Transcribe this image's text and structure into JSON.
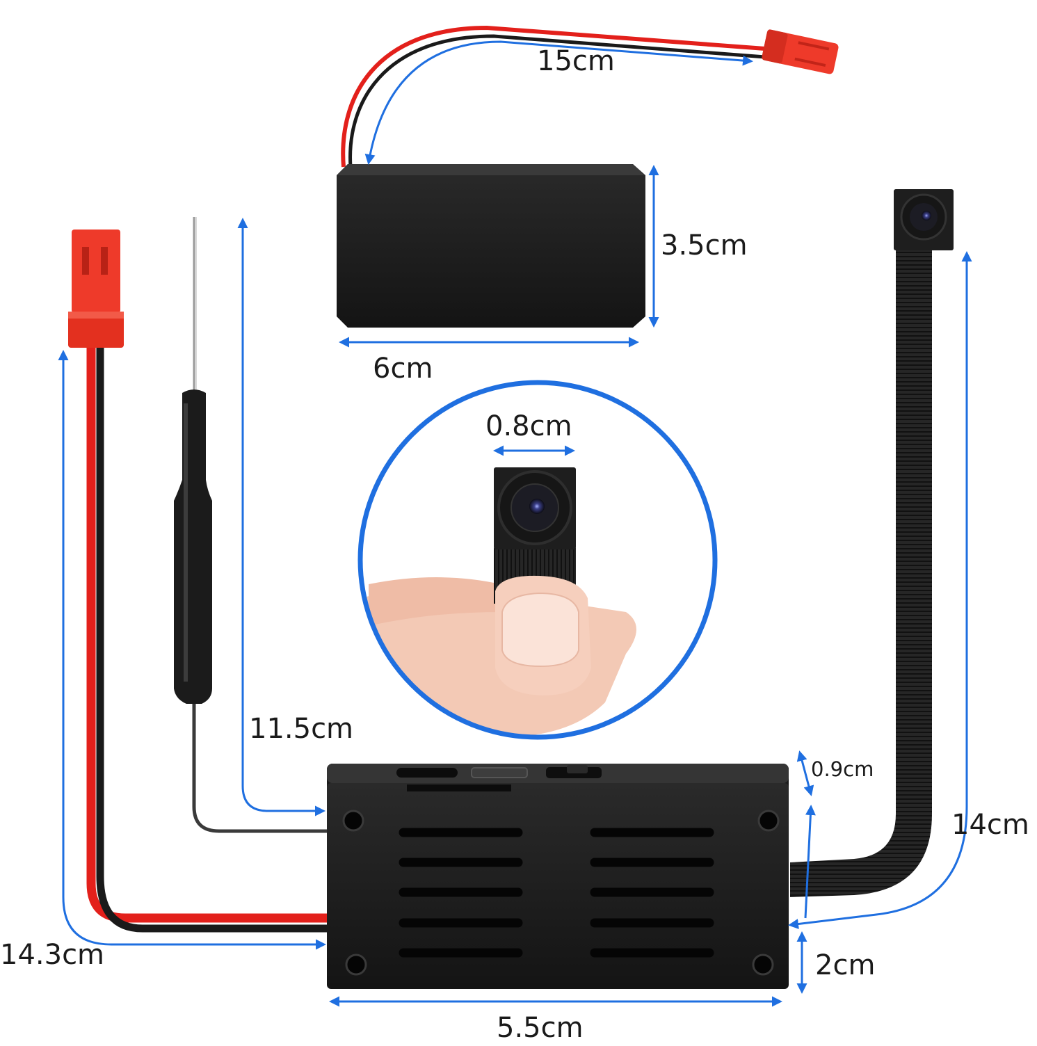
{
  "colors": {
    "arrow": "#1f6fe0",
    "wire_red": "#e3201b",
    "wire_black": "#1a1a1a",
    "device_body": "#1b1b1b",
    "connector": "#ee3a2a",
    "skin": "#f3c9b5"
  },
  "labels": {
    "cable_length": "15cm",
    "battery_height": "3.5cm",
    "battery_width": "6cm",
    "lens_width": "0.8cm",
    "antenna_length": "11.5cm",
    "board_thickness": "0.9cm",
    "ribbon_length": "14cm",
    "power_cable_length": "14.3cm",
    "board_height": "2cm",
    "board_width": "5.5cm"
  }
}
